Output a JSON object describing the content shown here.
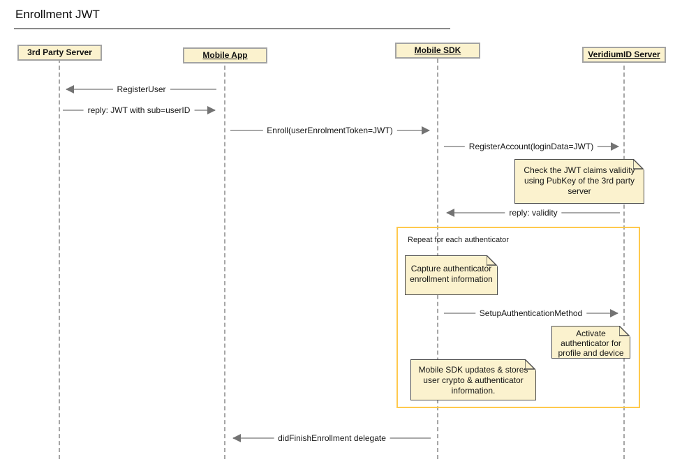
{
  "title": "Enrollment JWT",
  "participants": {
    "third_party": "3rd Party Server",
    "mobile_app": "Mobile App",
    "mobile_sdk": "Mobile SDK",
    "veridium": "VeridiumID Server"
  },
  "messages": {
    "register_user": "RegisterUser",
    "reply_jwt": "reply: JWT with sub=userID",
    "enroll": "Enroll(userEnrolmentToken=JWT)",
    "register_account": "RegisterAccount(loginData=JWT)",
    "reply_validity": "reply: validity",
    "setup_auth": "SetupAuthenticationMethod",
    "did_finish": "didFinishEnrollment delegate"
  },
  "notes": {
    "check_jwt": "Check the JWT claims validity using PubKey of the 3rd party server",
    "capture": "Capture authenticator enrollment information",
    "activate": "Activate authenticator for profile and device",
    "stores": "Mobile SDK updates & stores user crypto & authenticator information."
  },
  "frame": {
    "label": "Repeat for each authenticator"
  },
  "colors": {
    "note_fill": "#FBF2CE",
    "note_border": "#4D4D4D",
    "participant_fill": "#FBF2CE",
    "participant_border": "#A3A3A3",
    "frame_border": "#FFC94D",
    "arrow_line": "#A9A9A9",
    "arrow_head": "#737373",
    "lifeline": "#A6A6A6"
  }
}
